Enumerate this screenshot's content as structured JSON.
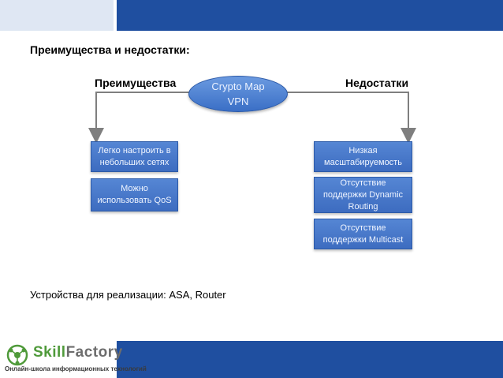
{
  "heading": "Преимущества и недостатки:",
  "center": {
    "line1": "Crypto Map",
    "line2": "VPN"
  },
  "left_column": {
    "label": "Преимущества",
    "items": [
      {
        "line1": "Легко настроить в",
        "line2": "небольших сетях"
      },
      {
        "line1": "Можно",
        "line2": "использовать QoS"
      }
    ]
  },
  "right_column": {
    "label": "Недостатки",
    "items": [
      {
        "line1": "Низкая",
        "line2": "масштабируемость"
      },
      {
        "line1": "Отсутствие",
        "line2": "поддержки Dynamic",
        "line3": "Routing"
      },
      {
        "line1": "Отсутствие",
        "line2": "поддержки Multicast"
      }
    ]
  },
  "footer_text": "Устройства для реализации:  ASA, Router",
  "logo": {
    "word_part1": "Skill",
    "word_part2": "Factory",
    "tagline": "Онлайн-школа информационных технологий"
  },
  "colors": {
    "accent_blue": "#1f4fa0",
    "box_blue": "#4a7acb",
    "logo_green": "#4f9a3a",
    "logo_gray": "#6d6d6d"
  }
}
